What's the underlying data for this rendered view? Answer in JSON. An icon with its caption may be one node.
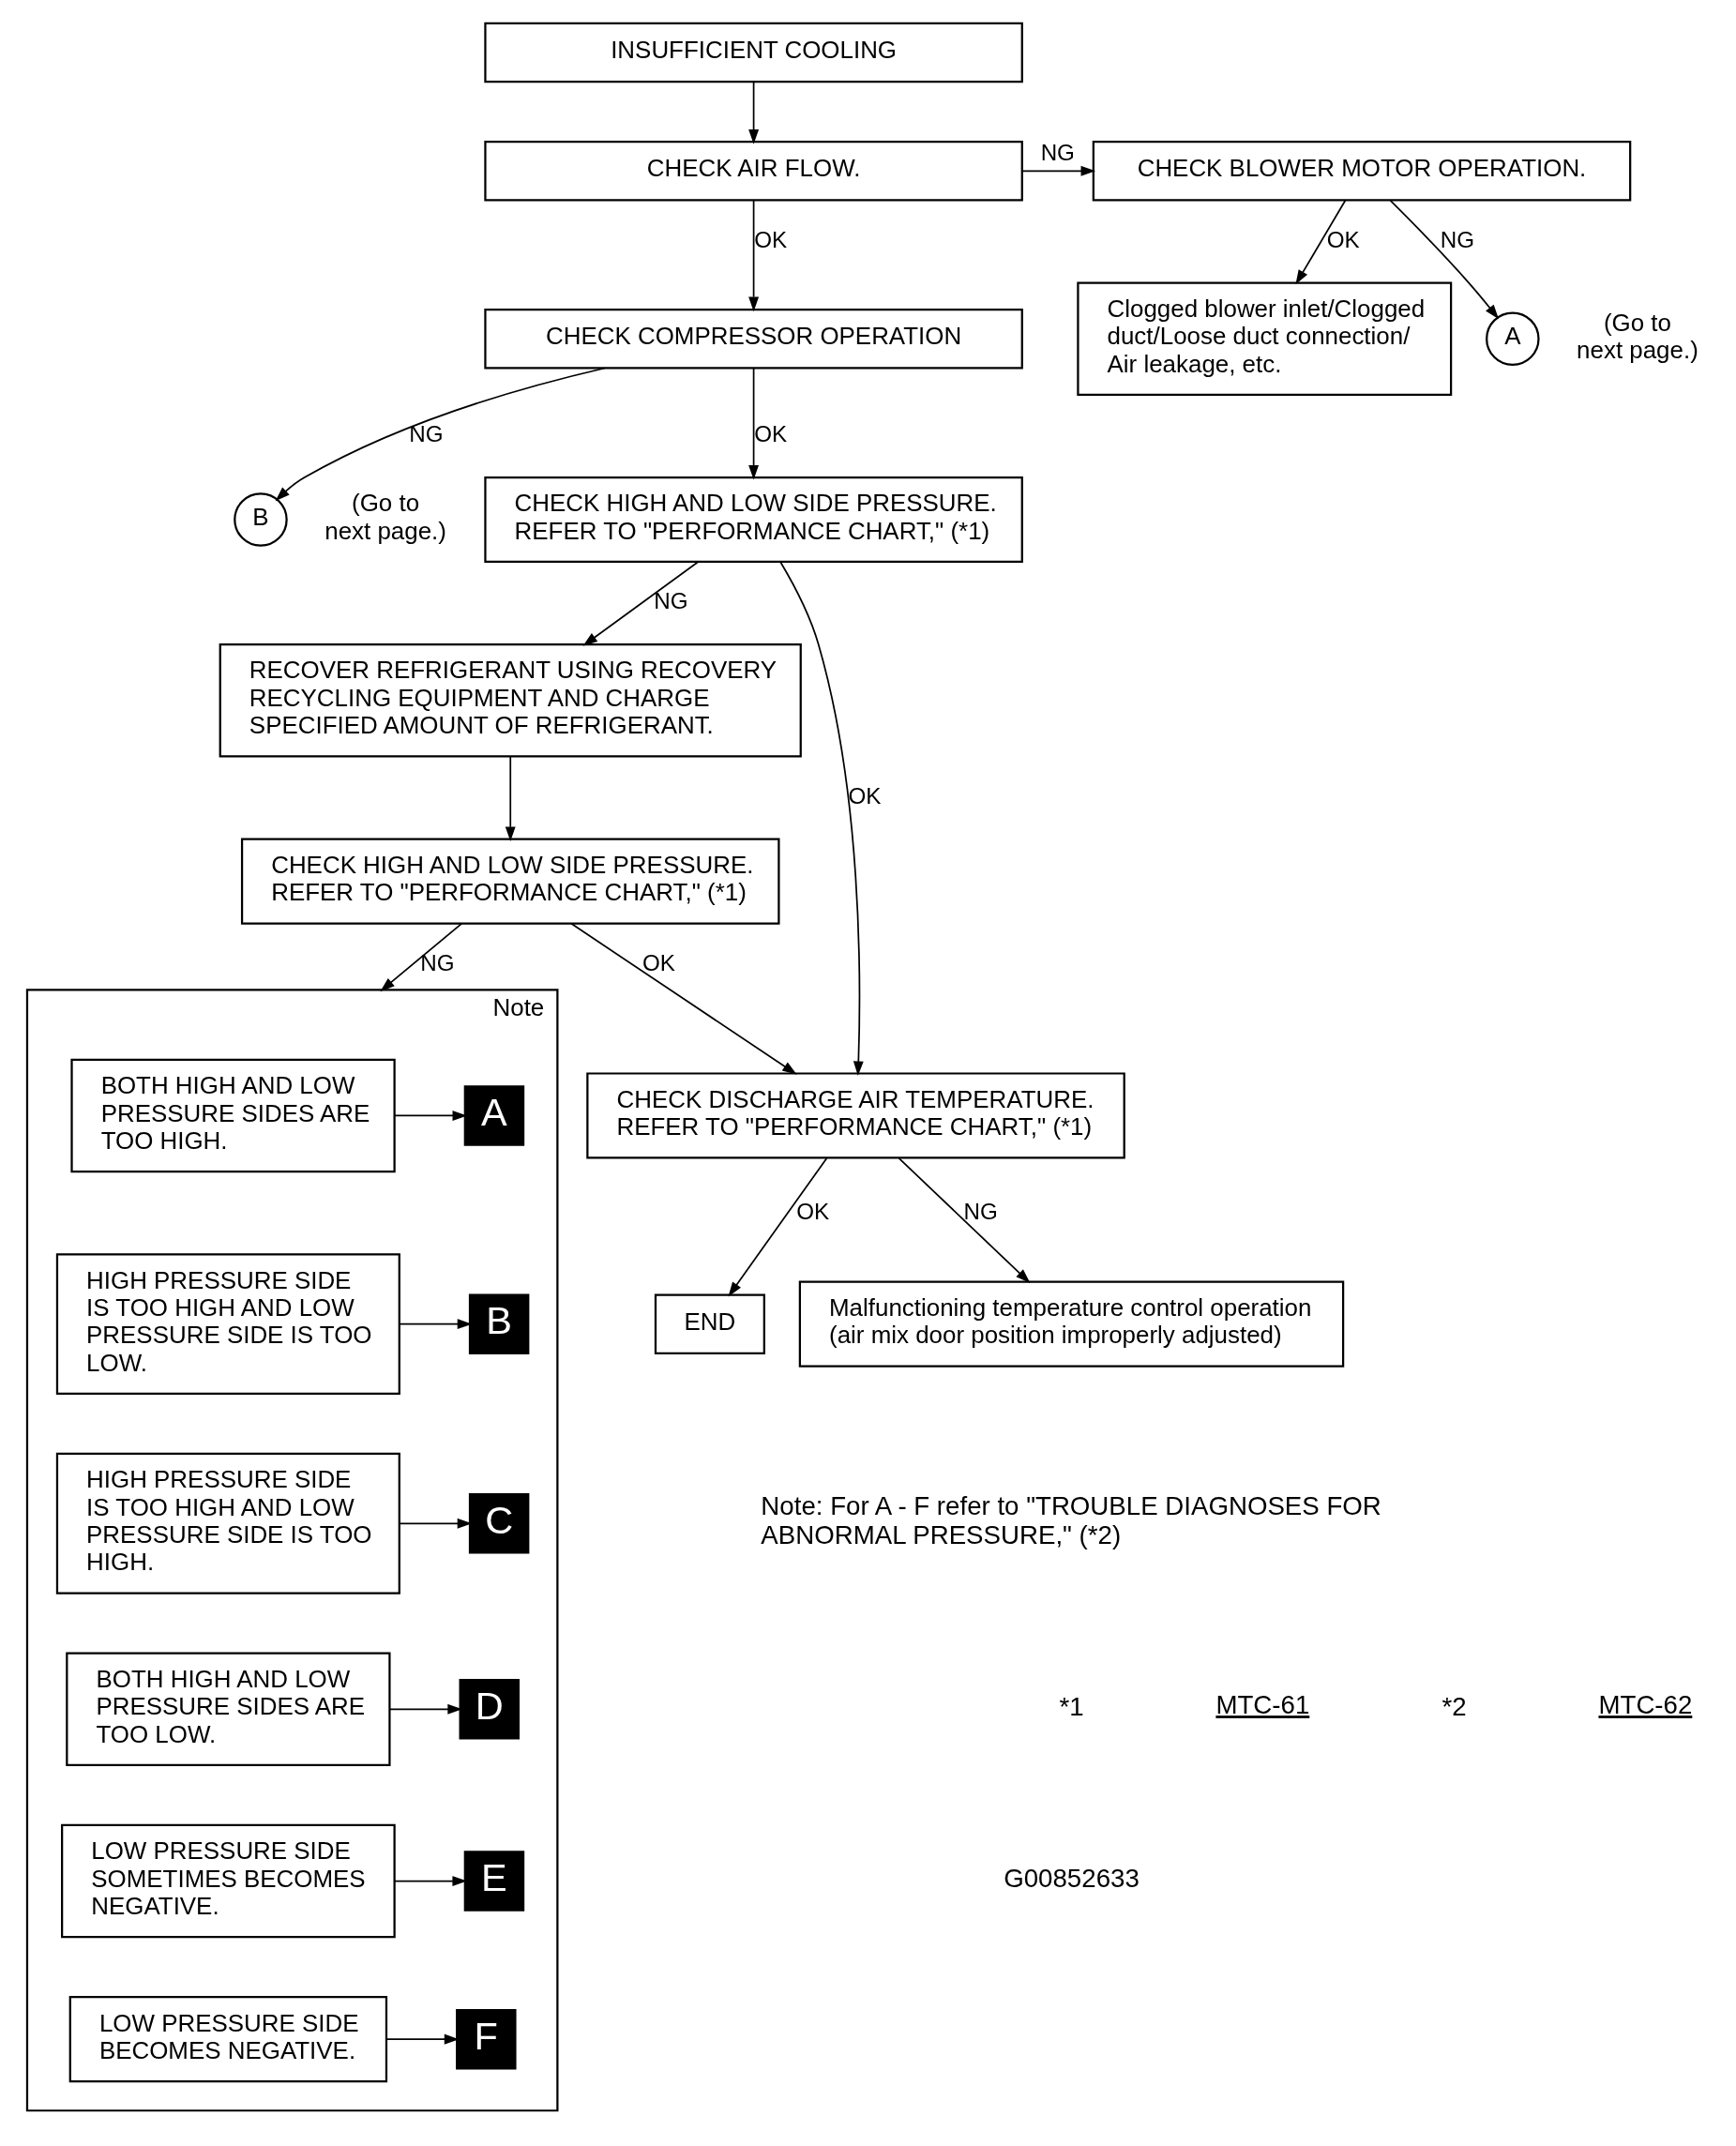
{
  "diagram": {
    "nodes": [
      {
        "text": [
          "INSUFFICIENT COOLING"
        ]
      },
      {
        "text": [
          "CHECK AIR FLOW."
        ]
      },
      {
        "text": [
          "CHECK BLOWER MOTOR OPERATION."
        ]
      },
      {
        "text": [
          "CHECK COMPRESSOR OPERATION"
        ]
      },
      {
        "text": [
          "Clogged blower inlet/Clogged duct/Loose duct connection/ Air leakage, etc."
        ]
      },
      {
        "text": [
          "A"
        ],
        "beside": [
          "(Go to next page.)"
        ]
      },
      {
        "text": [
          "B"
        ],
        "beside": [
          "(Go to next page.)"
        ]
      },
      {
        "text": [
          "CHECK HIGH AND LOW SIDE PRESSURE. REFER TO \"PERFORMANCE CHART,\" (*1)"
        ]
      },
      {
        "text": [
          "RECOVER REFRIGERANT USING RECOVERY RECYCLING EQUIPMENT AND CHARGE SPECIFIED AMOUNT OF REFRIGERANT."
        ]
      },
      {
        "text": [
          "CHECK HIGH AND LOW SIDE PRESSURE. REFER TO \"PERFORMANCE CHART,\" (*1)"
        ]
      },
      {
        "text": [
          "CHECK DISCHARGE AIR TEMPERATURE. REFER TO \"PERFORMANCE CHART,\" (*1)"
        ]
      },
      {
        "text": [
          "END"
        ]
      },
      {
        "text": [
          "Malfunctioning temperature control operation (air mix door position improperly adjusted)"
        ]
      },
      {
        "text": [
          "Note"
        ]
      },
      {
        "text": [
          "BOTH HIGH AND LOW PRESSURE SIDES ARE TOO HIGH."
        ],
        "in": 13
      },
      {
        "text": [
          "A"
        ],
        "in": 13
      },
      {
        "text": [
          "HIGH PRESSURE SIDE IS TOO HIGH AND LOW PRESSURE SIDE IS TOO LOW."
        ],
        "in": 13
      },
      {
        "text": [
          "B"
        ],
        "in": 13
      },
      {
        "text": [
          "HIGH PRESSURE SIDE IS TOO HIGH AND LOW PRESSURE SIDE IS TOO HIGH."
        ],
        "in": 13
      },
      {
        "text": [
          "C"
        ],
        "in": 13
      },
      {
        "text": [
          "BOTH HIGH AND LOW PRESSURE SIDES ARE TOO LOW."
        ],
        "in": 13
      },
      {
        "text": [
          "D"
        ],
        "in": 13
      },
      {
        "text": [
          "LOW PRESSURE SIDE SOMETIMES BECOMES NEGATIVE."
        ],
        "in": 13
      },
      {
        "text": [
          "E"
        ],
        "in": 13
      },
      {
        "text": [
          "LOW PRESSURE SIDE BECOMES NEGATIVE."
        ],
        "in": 13
      },
      {
        "text": [
          "F"
        ],
        "in": 13
      }
    ],
    "edges": [
      {
        "from": 0,
        "to": 1,
        "arrow": "to"
      },
      {
        "from": 1,
        "to": 3,
        "arrow": "to",
        "label": "OK"
      },
      {
        "from": 1,
        "to": 2,
        "arrow": "to",
        "label": "NG"
      },
      {
        "from": 2,
        "to": 4,
        "arrow": "to",
        "label": "OK"
      },
      {
        "from": 2,
        "to": 5,
        "arrow": "to",
        "label": "NG"
      },
      {
        "from": 3,
        "to": 7,
        "arrow": "to",
        "label": "OK"
      },
      {
        "from": 3,
        "to": 6,
        "arrow": "to",
        "label": "NG"
      },
      {
        "from": 7,
        "to": 10,
        "arrow": "to",
        "label": "OK"
      },
      {
        "from": 7,
        "to": 8,
        "arrow": "to",
        "label": "NG"
      },
      {
        "from": 8,
        "to": 9,
        "arrow": "to"
      },
      {
        "from": 9,
        "to": 10,
        "arrow": "to",
        "label": "OK"
      },
      {
        "from": 9,
        "to": 13,
        "arrow": "to",
        "label": "NG"
      },
      {
        "from": 10,
        "to": 12,
        "arrow": "to",
        "label": "NG"
      },
      {
        "from": 10,
        "to": 11,
        "arrow": "to",
        "label": "OK"
      },
      {
        "from": 14,
        "to": 15,
        "arrow": "to"
      },
      {
        "from": 16,
        "to": 17,
        "arrow": "to"
      },
      {
        "from": 18,
        "to": 19,
        "arrow": "to"
      },
      {
        "from": 20,
        "to": 21,
        "arrow": "to"
      },
      {
        "from": 22,
        "to": 23,
        "arrow": "to"
      },
      {
        "from": 24,
        "to": 25,
        "arrow": "to"
      }
    ],
    "labels": [
      "Note: For A - F refer to \"TROUBLE DIAGNOSES FOR ABNORMAL PRESSURE,\" (*2)",
      "*1",
      "MTC-61",
      "*2",
      "MTC-62",
      "G00852633"
    ]
  }
}
